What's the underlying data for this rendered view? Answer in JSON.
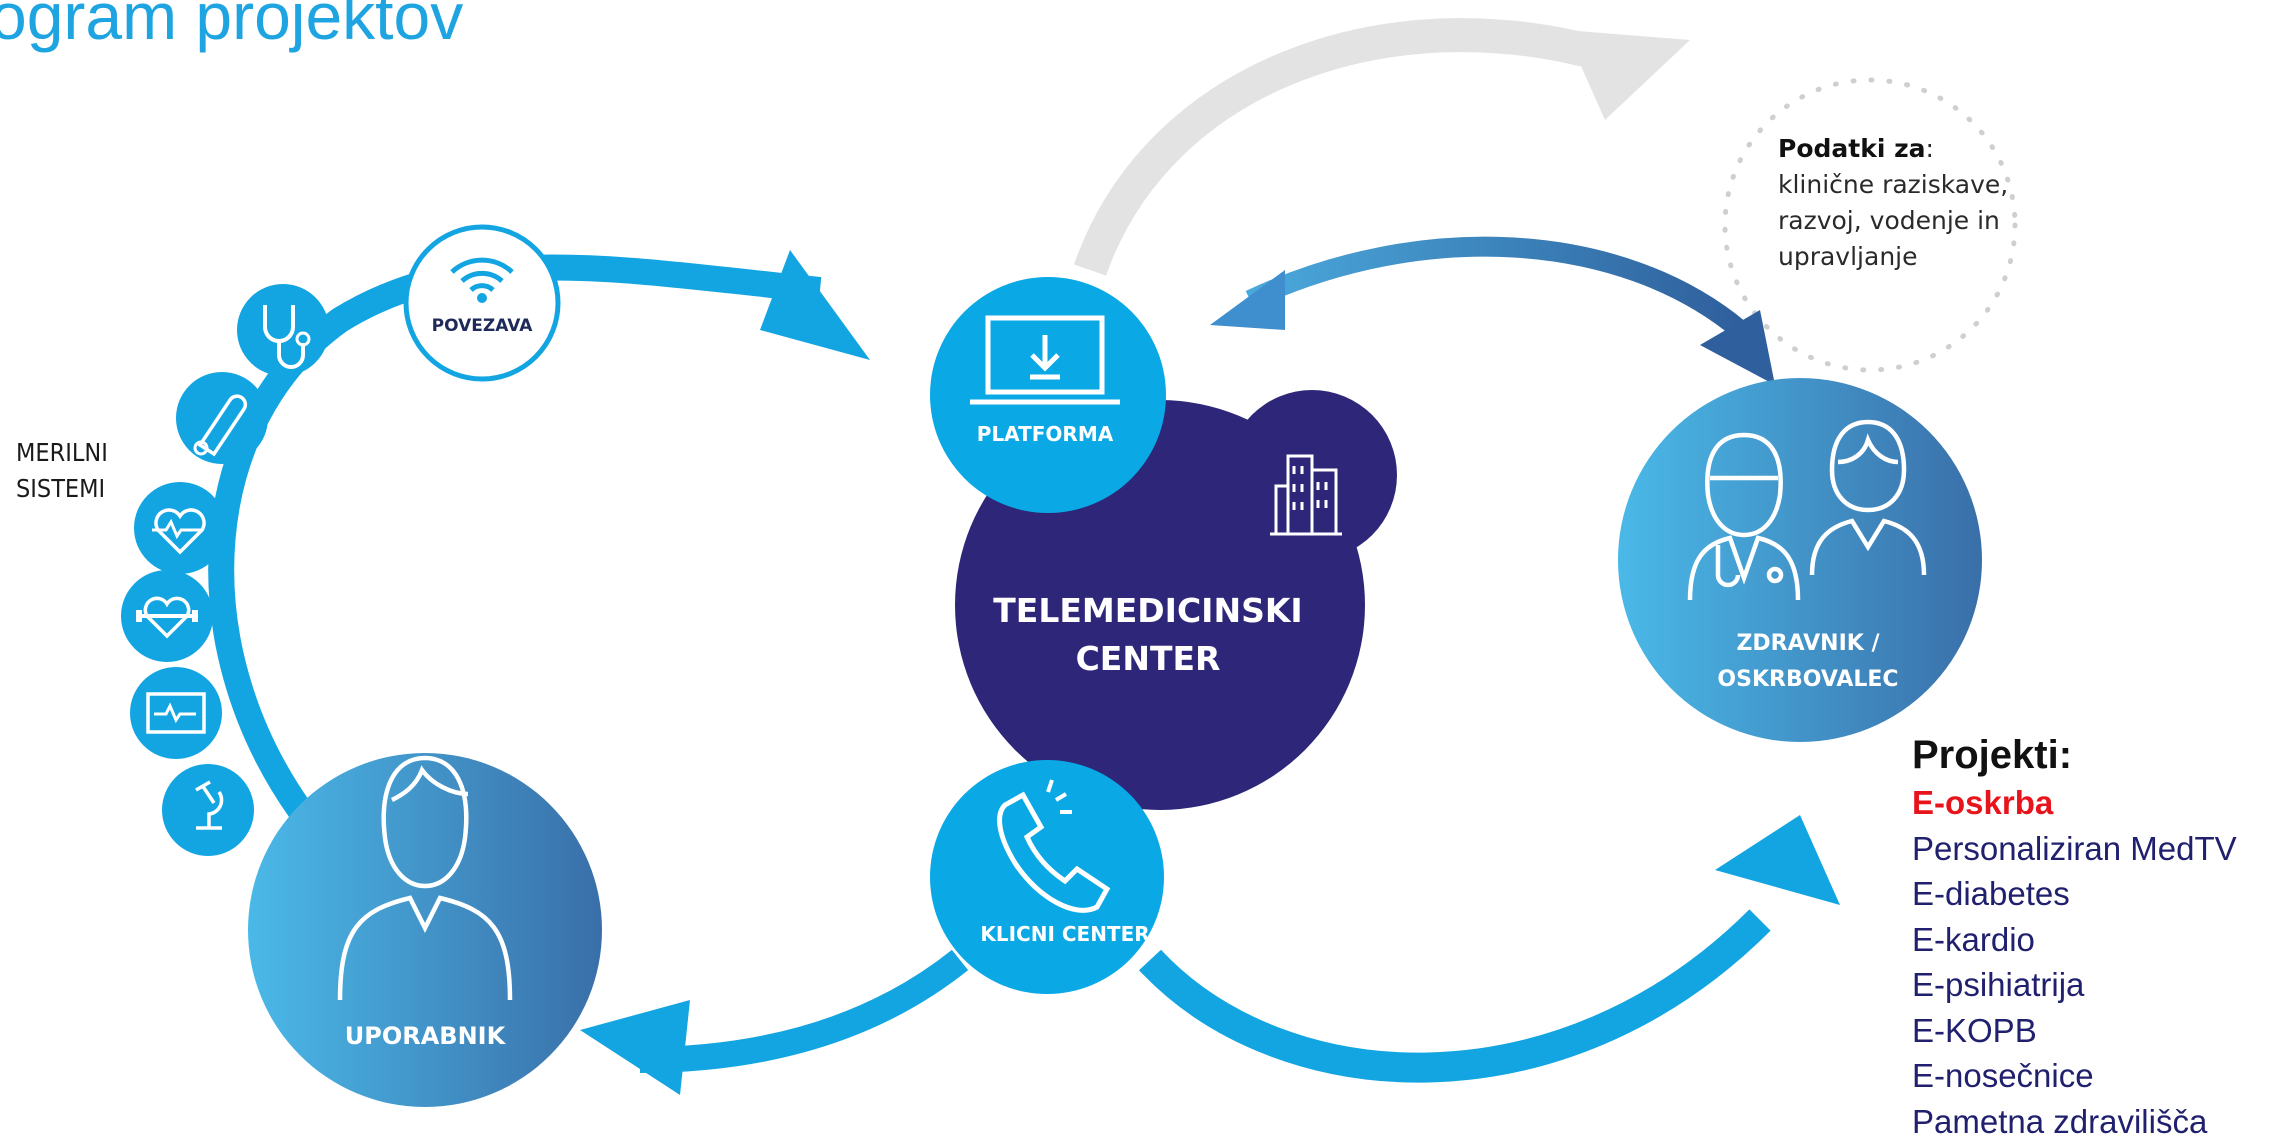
{
  "title": "ogram projektov",
  "measurement_systems_label_line1": "MERILNI",
  "measurement_systems_label_line2": "SISTEMI",
  "nodes": {
    "connection": "POVEZAVA",
    "platform": "PLATFORMA",
    "center_line1": "TELEMEDICINSKI",
    "center_line2": "CENTER",
    "call_center": "KLICNI CENTER",
    "user": "UPORABNIK",
    "doctor_line1": "ZDRAVNIK /",
    "doctor_line2": "OSKRBOVALEC"
  },
  "data_note": {
    "heading": "Podatki za",
    "heading_suffix": ":",
    "lines": [
      "klinične raziskave,",
      "razvoj, vodenje in",
      "upravljanje"
    ]
  },
  "projects": {
    "heading": "Projekti:",
    "items": [
      {
        "label": "E-oskrba",
        "active": true
      },
      {
        "label": "Personaliziran MedTV",
        "active": false
      },
      {
        "label": "E-diabetes",
        "active": false
      },
      {
        "label": "E-kardio",
        "active": false
      },
      {
        "label": "E-psihiatrija",
        "active": false
      },
      {
        "label": "E-KOPB",
        "active": false
      },
      {
        "label": "E-nosečnice",
        "active": false
      },
      {
        "label": "Pametna zdravilišča",
        "active": false
      }
    ]
  },
  "device_icons": [
    "stethoscope-icon",
    "thermometer-icon",
    "heart-rate-icon",
    "weight-scale-icon",
    "monitor-ecg-icon",
    "microscope-icon"
  ],
  "colors": {
    "cyan": "#0aa9e6",
    "blue_gradient_start": "#4ab9e8",
    "blue_gradient_end": "#3a72ab",
    "navy": "#2e2779",
    "grey_arrow": "#e2e2e2",
    "active_project": "#e8141b",
    "project_text": "#20206e"
  }
}
